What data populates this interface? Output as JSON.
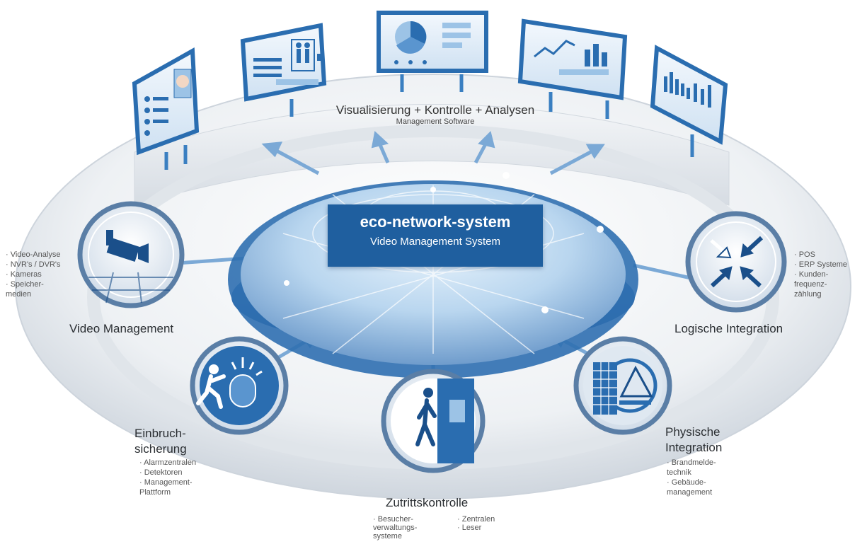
{
  "center": {
    "title": "eco-network-system",
    "subtitle": "Video Management System"
  },
  "top": {
    "title": "Visualisierung + Kontrolle + Analysen",
    "subtitle": "Management Software"
  },
  "modules": {
    "video": {
      "title": "Video Management",
      "bullets": [
        "· Video-Analyse",
        "· NVR's / DVR's",
        "· Kameras",
        "· Speicher-",
        "  medien"
      ]
    },
    "logic": {
      "title": "Logische Integration",
      "bullets": [
        "· POS",
        "· ERP Systeme",
        "· Kunden-",
        "  frequenz-",
        "  zählung"
      ]
    },
    "intrusion": {
      "title_line1": "Einbruch-",
      "title_line2": "sicherung",
      "bullets": [
        "· Alarmzentralen",
        "· Detektoren",
        "· Management-",
        "  Plattform"
      ]
    },
    "access": {
      "title": "Zutrittskontrolle",
      "bullets_left": [
        "· Besucher-",
        "  verwaltungs-",
        "  systeme"
      ],
      "bullets_right": [
        "· Zentralen",
        "· Leser"
      ]
    },
    "physical": {
      "title_line1": "Physische",
      "title_line2": "Integration",
      "bullets": [
        "· Brandmelde-",
        "  technik",
        "· Gebäude-",
        "  management"
      ]
    }
  },
  "colors": {
    "brand_blue": "#1f5f9f",
    "light_blue": "#9cc3e6",
    "icon_dark": "#1a4f8a",
    "ring": "#d9dee4"
  },
  "icons": [
    "face-screen-icon",
    "people-screen-icon",
    "pie-chart-screen-icon",
    "line-chart-screen-icon",
    "bar-chart-screen-icon",
    "camera-icon",
    "arrows-converge-icon",
    "alarm-runner-icon",
    "door-walker-icon",
    "building-fire-icon"
  ]
}
